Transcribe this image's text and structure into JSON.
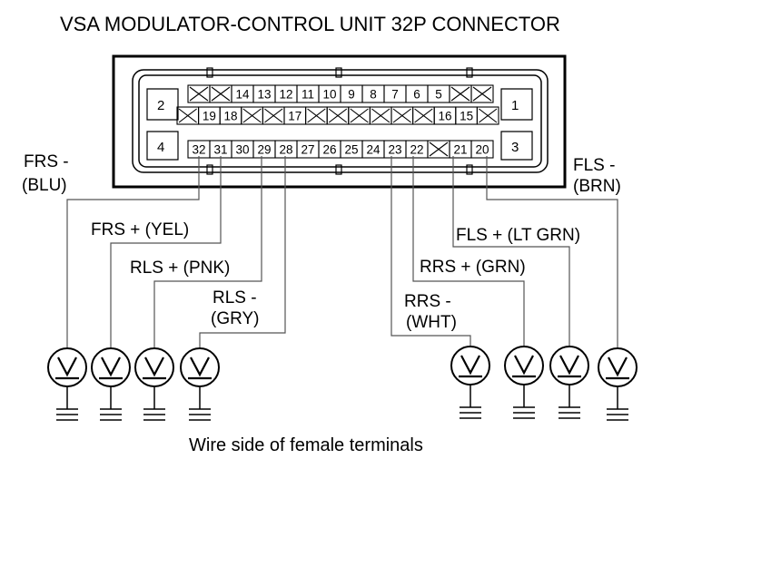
{
  "title": "VSA MODULATOR-CONTROL UNIT 32P CONNECTOR",
  "caption": "Wire side of female terminals",
  "connector": {
    "big_pins": [
      "2",
      "1",
      "4",
      "3"
    ],
    "row1": [
      "X",
      "X",
      "14",
      "13",
      "12",
      "11",
      "10",
      "9",
      "8",
      "7",
      "6",
      "5",
      "X",
      "X"
    ],
    "row2": [
      "X",
      "19",
      "18",
      "X",
      "X",
      "17",
      "X",
      "X",
      "X",
      "X",
      "X",
      "X",
      "16",
      "15",
      "X"
    ],
    "row3": [
      "32",
      "31",
      "30",
      "29",
      "28",
      "27",
      "26",
      "25",
      "24",
      "23",
      "22",
      "X",
      "21",
      "20"
    ]
  },
  "wire_labels": {
    "frs_minus": [
      "FRS -",
      "(BLU)"
    ],
    "frs_plus": "FRS +  (YEL)",
    "rls_plus": "RLS +  (PNK)",
    "rls_minus": [
      "RLS -",
      "(GRY)"
    ],
    "rrs_minus": [
      "RRS -",
      "(WHT)"
    ],
    "rrs_plus": "RRS +  (GRN)",
    "fls_plus": "FLS +  (LT GRN)",
    "fls_minus": [
      "FLS -",
      "(BRN)"
    ]
  }
}
